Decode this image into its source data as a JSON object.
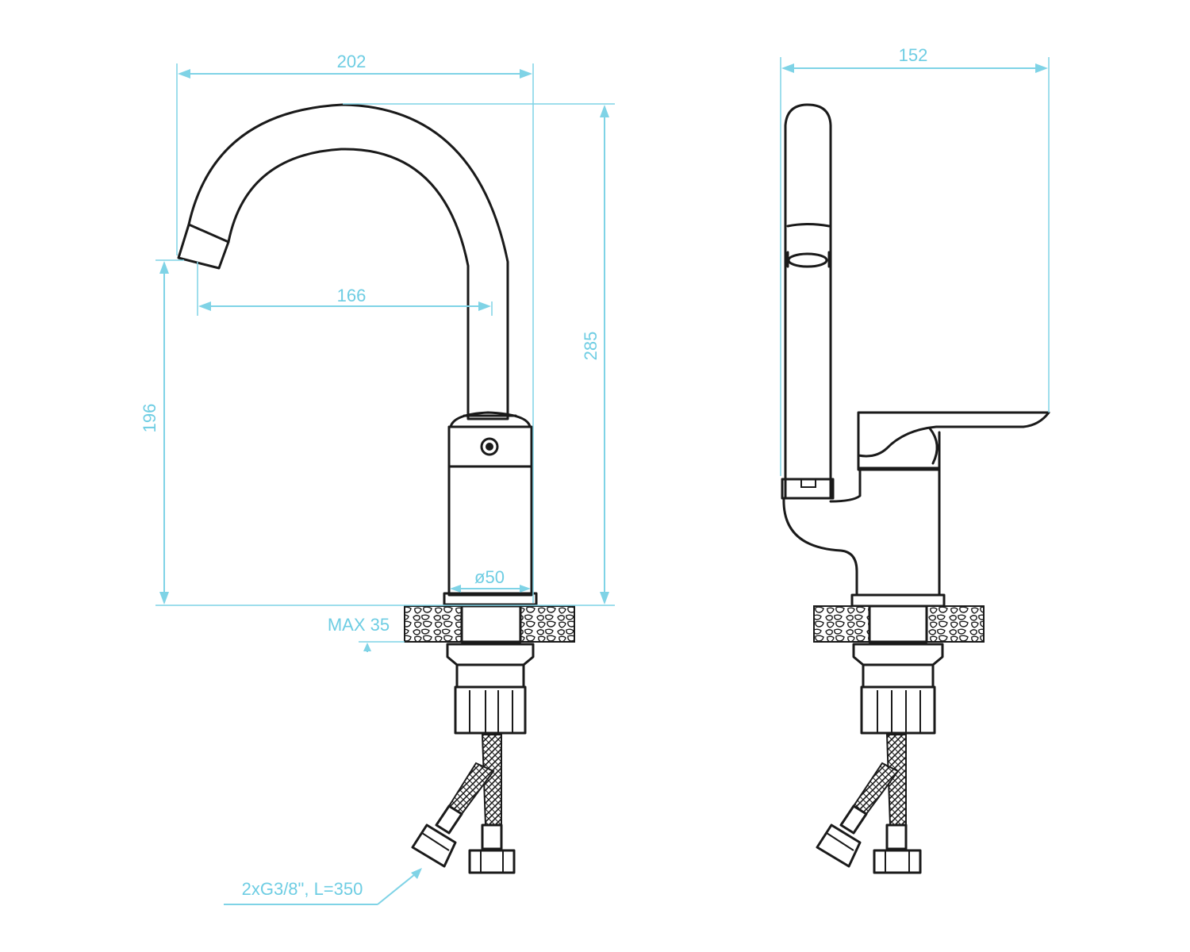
{
  "dimensions": {
    "overall_width_front": "202",
    "spout_reach": "166",
    "overall_height": "285",
    "spout_height": "196",
    "base_diameter": "ø50",
    "max_countertop": "MAX 35",
    "hoses": "2xG3/8\", L=350",
    "overall_width_side": "152"
  },
  "colors": {
    "dimension": "#6ecde3",
    "outline": "#1a1a1a"
  }
}
